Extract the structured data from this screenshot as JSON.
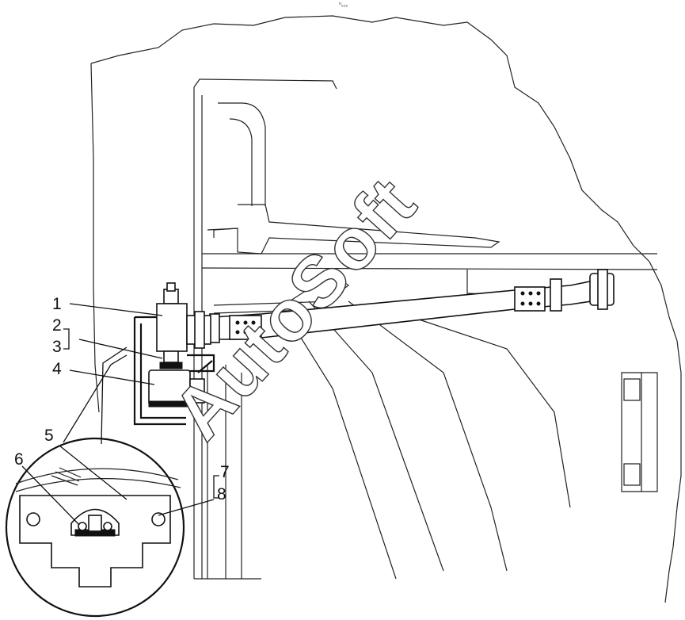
{
  "diagram": {
    "callouts": [
      {
        "id": "1",
        "label": "1"
      },
      {
        "id": "2",
        "label": "2"
      },
      {
        "id": "3",
        "label": "3"
      },
      {
        "id": "4",
        "label": "4"
      },
      {
        "id": "5",
        "label": "5"
      },
      {
        "id": "6",
        "label": "6"
      },
      {
        "id": "7",
        "label": "7"
      },
      {
        "id": "8",
        "label": "8"
      }
    ],
    "top_mark": "⁰₀₀₀"
  },
  "watermark": {
    "text": "AutoSoft"
  }
}
